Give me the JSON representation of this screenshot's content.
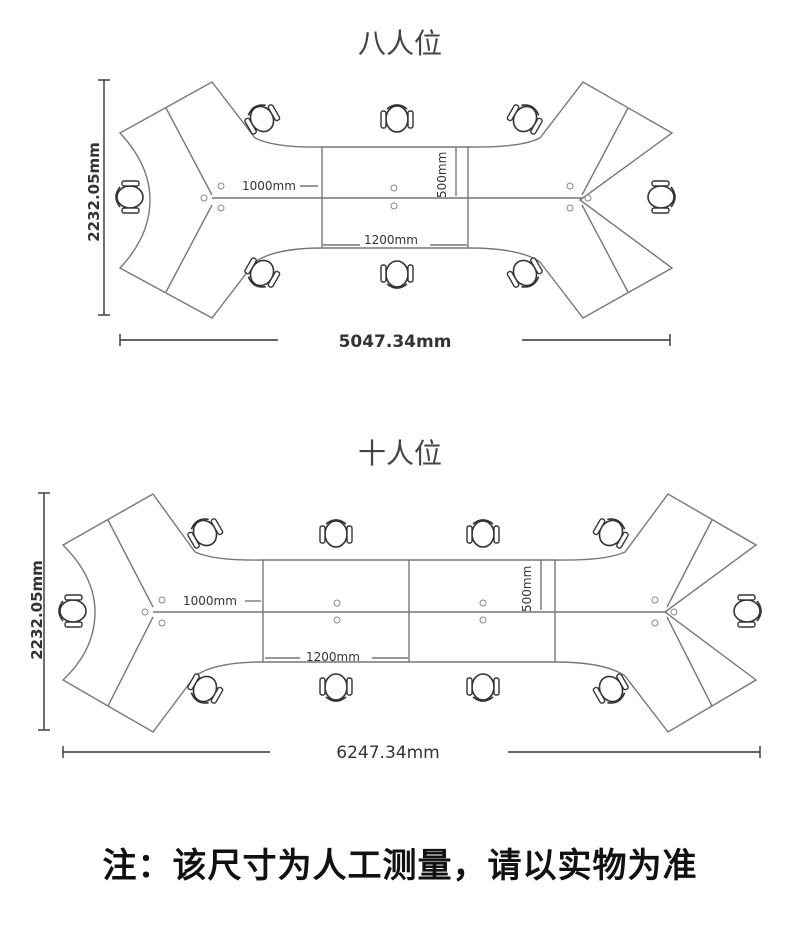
{
  "diagram8": {
    "title": "八人位",
    "label_1000": "1000mm",
    "label_500": "500mm",
    "label_1200": "1200mm",
    "height": "2232.05mm",
    "width": "5047.34mm"
  },
  "diagram10": {
    "title": "十人位",
    "label_1000": "1000mm",
    "label_500": "500mm",
    "label_1200": "1200mm",
    "height": "2232.05mm",
    "width": "6247.34mm"
  },
  "note": "注：该尺寸为人工测量，请以实物为准"
}
